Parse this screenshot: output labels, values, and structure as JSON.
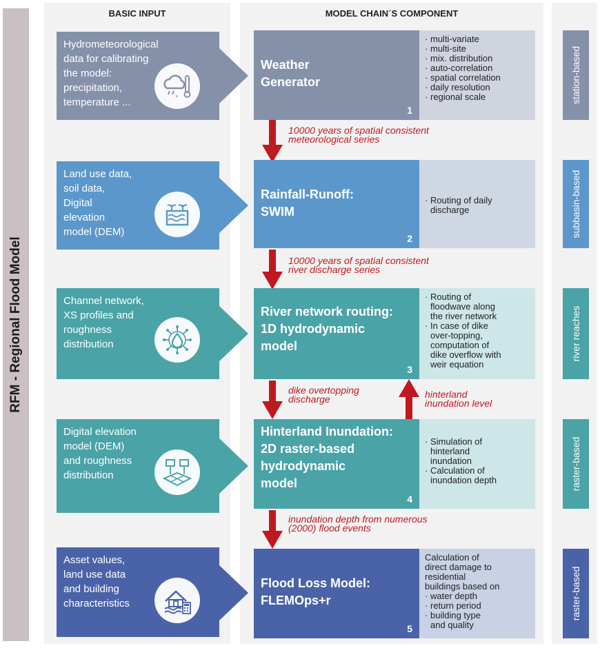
{
  "side_title": "RFM - Regional Flood Model",
  "headers": {
    "input": "BASIC  INPUT",
    "chain": "MODEL CHAIN´S COMPONENT"
  },
  "inputs": [
    {
      "lines": [
        "Hydrometeorological",
        "data for calibrating",
        "the model:",
        "precipitation,",
        "temperature ..."
      ],
      "color": "#8591a9",
      "icon": "cloud-rain-thermometer-icon"
    },
    {
      "lines": [
        "Land use data,",
        "soil data,",
        "Digital",
        "elevation",
        "model (DEM)"
      ],
      "color": "#5b97cb",
      "icon": "soil-plants-icon"
    },
    {
      "lines": [
        "Channel network,",
        "XS profiles and",
        "roughness",
        "distribution"
      ],
      "color": "#4aa3a6",
      "icon": "water-drop-network-icon"
    },
    {
      "lines": [
        "Digital elevation",
        "model (DEM)",
        "and roughness",
        "distribution"
      ],
      "color": "#4aa3a6",
      "icon": "raster-grid-icon"
    },
    {
      "lines": [
        "Asset values,",
        "land use data",
        "and building",
        "characteristics"
      ],
      "color": "#4a63a8",
      "icon": "house-flood-calculator-icon"
    }
  ],
  "models": [
    {
      "title": [
        "Weather",
        "Generator"
      ],
      "num": "1",
      "color": "#8591a9",
      "desc_bg": "#cfd4df",
      "desc": [
        {
          "t": "multi-variate",
          "b": true
        },
        {
          "t": "multi-site",
          "b": true
        },
        {
          "t": "mix. distribution",
          "b": true
        },
        {
          "t": "auto-correlation",
          "b": true
        },
        {
          "t": "spatial correlation",
          "b": true
        },
        {
          "t": "daily resolution",
          "b": true
        },
        {
          "t": "regional scale",
          "b": true
        }
      ]
    },
    {
      "title": [
        "Rainfall-Runoff:",
        "SWIM"
      ],
      "num": "2",
      "color": "#5b97cb",
      "desc_bg": "#cfd7e3",
      "desc": [
        {
          "t": "Routing of daily",
          "b": true
        },
        {
          "t": "discharge",
          "b": false
        }
      ]
    },
    {
      "title": [
        "River network routing:",
        "1D hydrodynamic",
        "model"
      ],
      "num": "3",
      "color": "#4aa3a6",
      "desc_bg": "#cde6e7",
      "desc": [
        {
          "t": "Routing of",
          "b": true
        },
        {
          "t": "floodwave along",
          "b": false
        },
        {
          "t": "the river network",
          "b": false
        },
        {
          "t": "In case of dike",
          "b": true
        },
        {
          "t": "over-topping,",
          "b": false
        },
        {
          "t": "computation of",
          "b": false
        },
        {
          "t": "dike overflow with",
          "b": false
        },
        {
          "t": "weir equation",
          "b": false
        }
      ]
    },
    {
      "title": [
        "Hinterland Inundation:",
        "2D raster-based",
        "hydrodynamic",
        "model"
      ],
      "num": "4",
      "color": "#4aa3a6",
      "desc_bg": "#cde6e7",
      "desc": [
        {
          "t": "Simulation of",
          "b": true
        },
        {
          "t": "hinterland",
          "b": false
        },
        {
          "t": "inundation",
          "b": false
        },
        {
          "t": "Calculation of",
          "b": true
        },
        {
          "t": "inundation depth",
          "b": false
        }
      ]
    },
    {
      "title": [
        "Flood Loss Model:",
        "FLEMOps+r"
      ],
      "num": "5",
      "color": "#4a63a8",
      "desc_bg": "#c9d1e4",
      "desc": [
        {
          "t": "Calculation of",
          "b": false
        },
        {
          "t": "direct damage to",
          "b": false
        },
        {
          "t": "residential",
          "b": false
        },
        {
          "t": "buildings based on",
          "b": false
        },
        {
          "t": "water depth",
          "b": true
        },
        {
          "t": "return period",
          "b": true
        },
        {
          "t": "building type",
          "b": true
        },
        {
          "t": "and quality",
          "b": false
        }
      ]
    }
  ],
  "tags": [
    {
      "label": "station-based",
      "color": "#8591a9"
    },
    {
      "label": "subbasin-based",
      "color": "#5b97cb"
    },
    {
      "label": "river reaches",
      "color": "#4aa3a6"
    },
    {
      "label": "raster-based",
      "color": "#4aa3a6"
    },
    {
      "label": "raster-based",
      "color": "#4a63a8"
    }
  ],
  "flows": {
    "f1": [
      "10000 years of spatial consistent",
      "meteorological series"
    ],
    "f2": [
      "10000 years of spatial consistent",
      "river discharge series"
    ],
    "f3": [
      "dike overtopping",
      "discharge"
    ],
    "f4": [
      "hinterland",
      "inundation level"
    ],
    "f5": [
      "inundation depth from numerous",
      "(2000) flood events"
    ]
  }
}
